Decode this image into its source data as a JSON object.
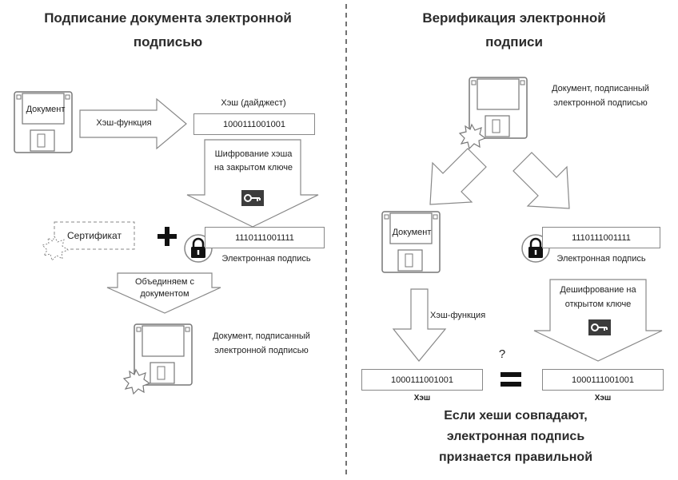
{
  "left": {
    "heading_line1": "Подписание документа электронной",
    "heading_line2": "подписью",
    "document_label": "Документ",
    "hash_function_label": "Хэш-функция",
    "hash_title": "Хэш (дайджест)",
    "hash_value": "1000111001001",
    "encrypt_line1": "Шифрование хэша",
    "encrypt_line2": "на закрытом ключе",
    "certificate_label": "Сертификат",
    "signature_value": "1110111001111",
    "signature_label": "Электронная подпись",
    "combine_line1": "Объединяем с",
    "combine_line2": "документом",
    "signed_doc_line1": "Документ, подписанный",
    "signed_doc_line2": "электронной подписью"
  },
  "right": {
    "heading_line1": "Верификация электронной",
    "heading_line2": "подписи",
    "signed_doc_line1": "Документ, подписанный",
    "signed_doc_line2": "электронной подписью",
    "document_label": "Документ",
    "signature_value": "1110111001111",
    "signature_label": "Электронная подпись",
    "hash_function_label": "Хэш-функция",
    "decrypt_line1": "Дешифрование на",
    "decrypt_line2": "открытом ключе",
    "question_mark": "?",
    "hash_left_value": "1000111001001",
    "hash_left_label": "Хэш",
    "hash_right_value": "1000111001001",
    "hash_right_label": "Хэш",
    "result_line1": "Если хеши совпадают,",
    "result_line2": "электронная подпись",
    "result_line3": "признается правильной"
  },
  "icons": [
    "floppy-disk-icon",
    "key-icon",
    "padlock-icon",
    "seal-star-icon",
    "plus-icon",
    "equals-icon",
    "arrow-icon"
  ]
}
